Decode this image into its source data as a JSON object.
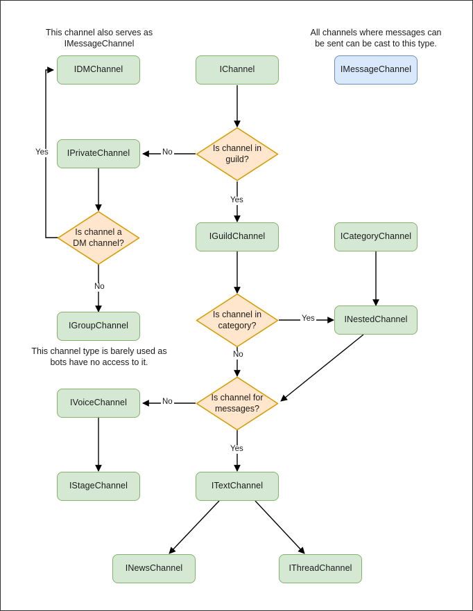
{
  "diagram": {
    "title": "Discord channel interface hierarchy flowchart",
    "colors": {
      "node_fill_green": "#d5e8d4",
      "node_border_green": "#82b366",
      "node_fill_blue": "#dae8fc",
      "node_border_blue": "#6c8ebf",
      "decision_fill": "#ffe6cc",
      "decision_border": "#d79b00",
      "edge_color": "#000000",
      "text_color": "#1a1a1a",
      "frame_border": "#333333"
    },
    "notes": [
      {
        "id": "note-dm",
        "text": "This channel also serves as\nIMessageChannel"
      },
      {
        "id": "note-message",
        "text": "All channels where messages can\nbe sent can be cast to this type."
      },
      {
        "id": "note-group",
        "text": "This channel type is barely used as\nbots have no access to it."
      }
    ],
    "nodes": [
      {
        "id": "idmchannel",
        "label": "IDMChannel",
        "type": "process",
        "style": "green"
      },
      {
        "id": "ichannel",
        "label": "IChannel",
        "type": "process",
        "style": "green"
      },
      {
        "id": "imessagechannel",
        "label": "IMessageChannel",
        "type": "process",
        "style": "blue"
      },
      {
        "id": "iprivatechannel",
        "label": "IPrivateChannel",
        "type": "process",
        "style": "green"
      },
      {
        "id": "igroupchannel",
        "label": "IGroupChannel",
        "type": "process",
        "style": "green"
      },
      {
        "id": "iguildchannel",
        "label": "IGuildChannel",
        "type": "process",
        "style": "green"
      },
      {
        "id": "icategorychannel",
        "label": "ICategoryChannel",
        "type": "process",
        "style": "green"
      },
      {
        "id": "inestedchannel",
        "label": "INestedChannel",
        "type": "process",
        "style": "green"
      },
      {
        "id": "ivoicechannel",
        "label": "IVoiceChannel",
        "type": "process",
        "style": "green"
      },
      {
        "id": "istagechannel",
        "label": "IStageChannel",
        "type": "process",
        "style": "green"
      },
      {
        "id": "itextchannel",
        "label": "ITextChannel",
        "type": "process",
        "style": "green"
      },
      {
        "id": "inewschannel",
        "label": "INewsChannel",
        "type": "process",
        "style": "green"
      },
      {
        "id": "ithreadchannel",
        "label": "IThreadChannel",
        "type": "process",
        "style": "green"
      },
      {
        "id": "dec-guild",
        "label": "Is channel in\nguild?",
        "type": "decision"
      },
      {
        "id": "dec-dm",
        "label": "Is channel a\nDM channel?",
        "type": "decision"
      },
      {
        "id": "dec-category",
        "label": "Is channel in\ncategory?",
        "type": "decision"
      },
      {
        "id": "dec-messages",
        "label": "Is channel for\nmessages?",
        "type": "decision"
      }
    ],
    "edge_labels": [
      {
        "id": "lbl-guild-no",
        "text": "No",
        "from": "dec-guild",
        "to": "iprivatechannel"
      },
      {
        "id": "lbl-guild-yes",
        "text": "Yes",
        "from": "dec-guild",
        "to": "iguildchannel"
      },
      {
        "id": "lbl-dm-yes",
        "text": "Yes",
        "from": "dec-dm",
        "to": "idmchannel"
      },
      {
        "id": "lbl-dm-no",
        "text": "No",
        "from": "dec-dm",
        "to": "igroupchannel"
      },
      {
        "id": "lbl-category-yes",
        "text": "Yes",
        "from": "dec-category",
        "to": "inestedchannel"
      },
      {
        "id": "lbl-category-no",
        "text": "No",
        "from": "dec-category",
        "to": "dec-messages"
      },
      {
        "id": "lbl-messages-no",
        "text": "No",
        "from": "dec-messages",
        "to": "ivoicechannel"
      },
      {
        "id": "lbl-messages-yes",
        "text": "Yes",
        "from": "dec-messages",
        "to": "itextchannel"
      }
    ],
    "edges": [
      {
        "from": "ichannel",
        "to": "dec-guild",
        "label": ""
      },
      {
        "from": "dec-guild",
        "to": "iprivatechannel",
        "label": "No"
      },
      {
        "from": "dec-guild",
        "to": "iguildchannel",
        "label": "Yes"
      },
      {
        "from": "iprivatechannel",
        "to": "dec-dm",
        "label": ""
      },
      {
        "from": "dec-dm",
        "to": "idmchannel",
        "label": "Yes"
      },
      {
        "from": "dec-dm",
        "to": "igroupchannel",
        "label": "No"
      },
      {
        "from": "iguildchannel",
        "to": "dec-category",
        "label": ""
      },
      {
        "from": "dec-category",
        "to": "inestedchannel",
        "label": "Yes"
      },
      {
        "from": "dec-category",
        "to": "dec-messages",
        "label": "No"
      },
      {
        "from": "icategorychannel",
        "to": "inestedchannel",
        "label": ""
      },
      {
        "from": "inestedchannel",
        "to": "dec-messages",
        "label": ""
      },
      {
        "from": "dec-messages",
        "to": "ivoicechannel",
        "label": "No"
      },
      {
        "from": "dec-messages",
        "to": "itextchannel",
        "label": "Yes"
      },
      {
        "from": "ivoicechannel",
        "to": "istagechannel",
        "label": ""
      },
      {
        "from": "itextchannel",
        "to": "inewschannel",
        "label": ""
      },
      {
        "from": "itextchannel",
        "to": "ithreadchannel",
        "label": ""
      }
    ]
  }
}
